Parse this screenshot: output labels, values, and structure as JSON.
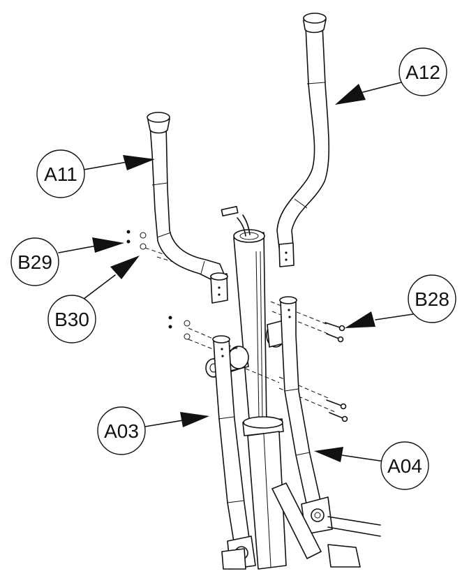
{
  "callouts": {
    "a11": "A11",
    "a12": "A12",
    "b29": "B29",
    "b30": "B30",
    "b28": "B28",
    "a03": "A03",
    "a04": "A04"
  }
}
